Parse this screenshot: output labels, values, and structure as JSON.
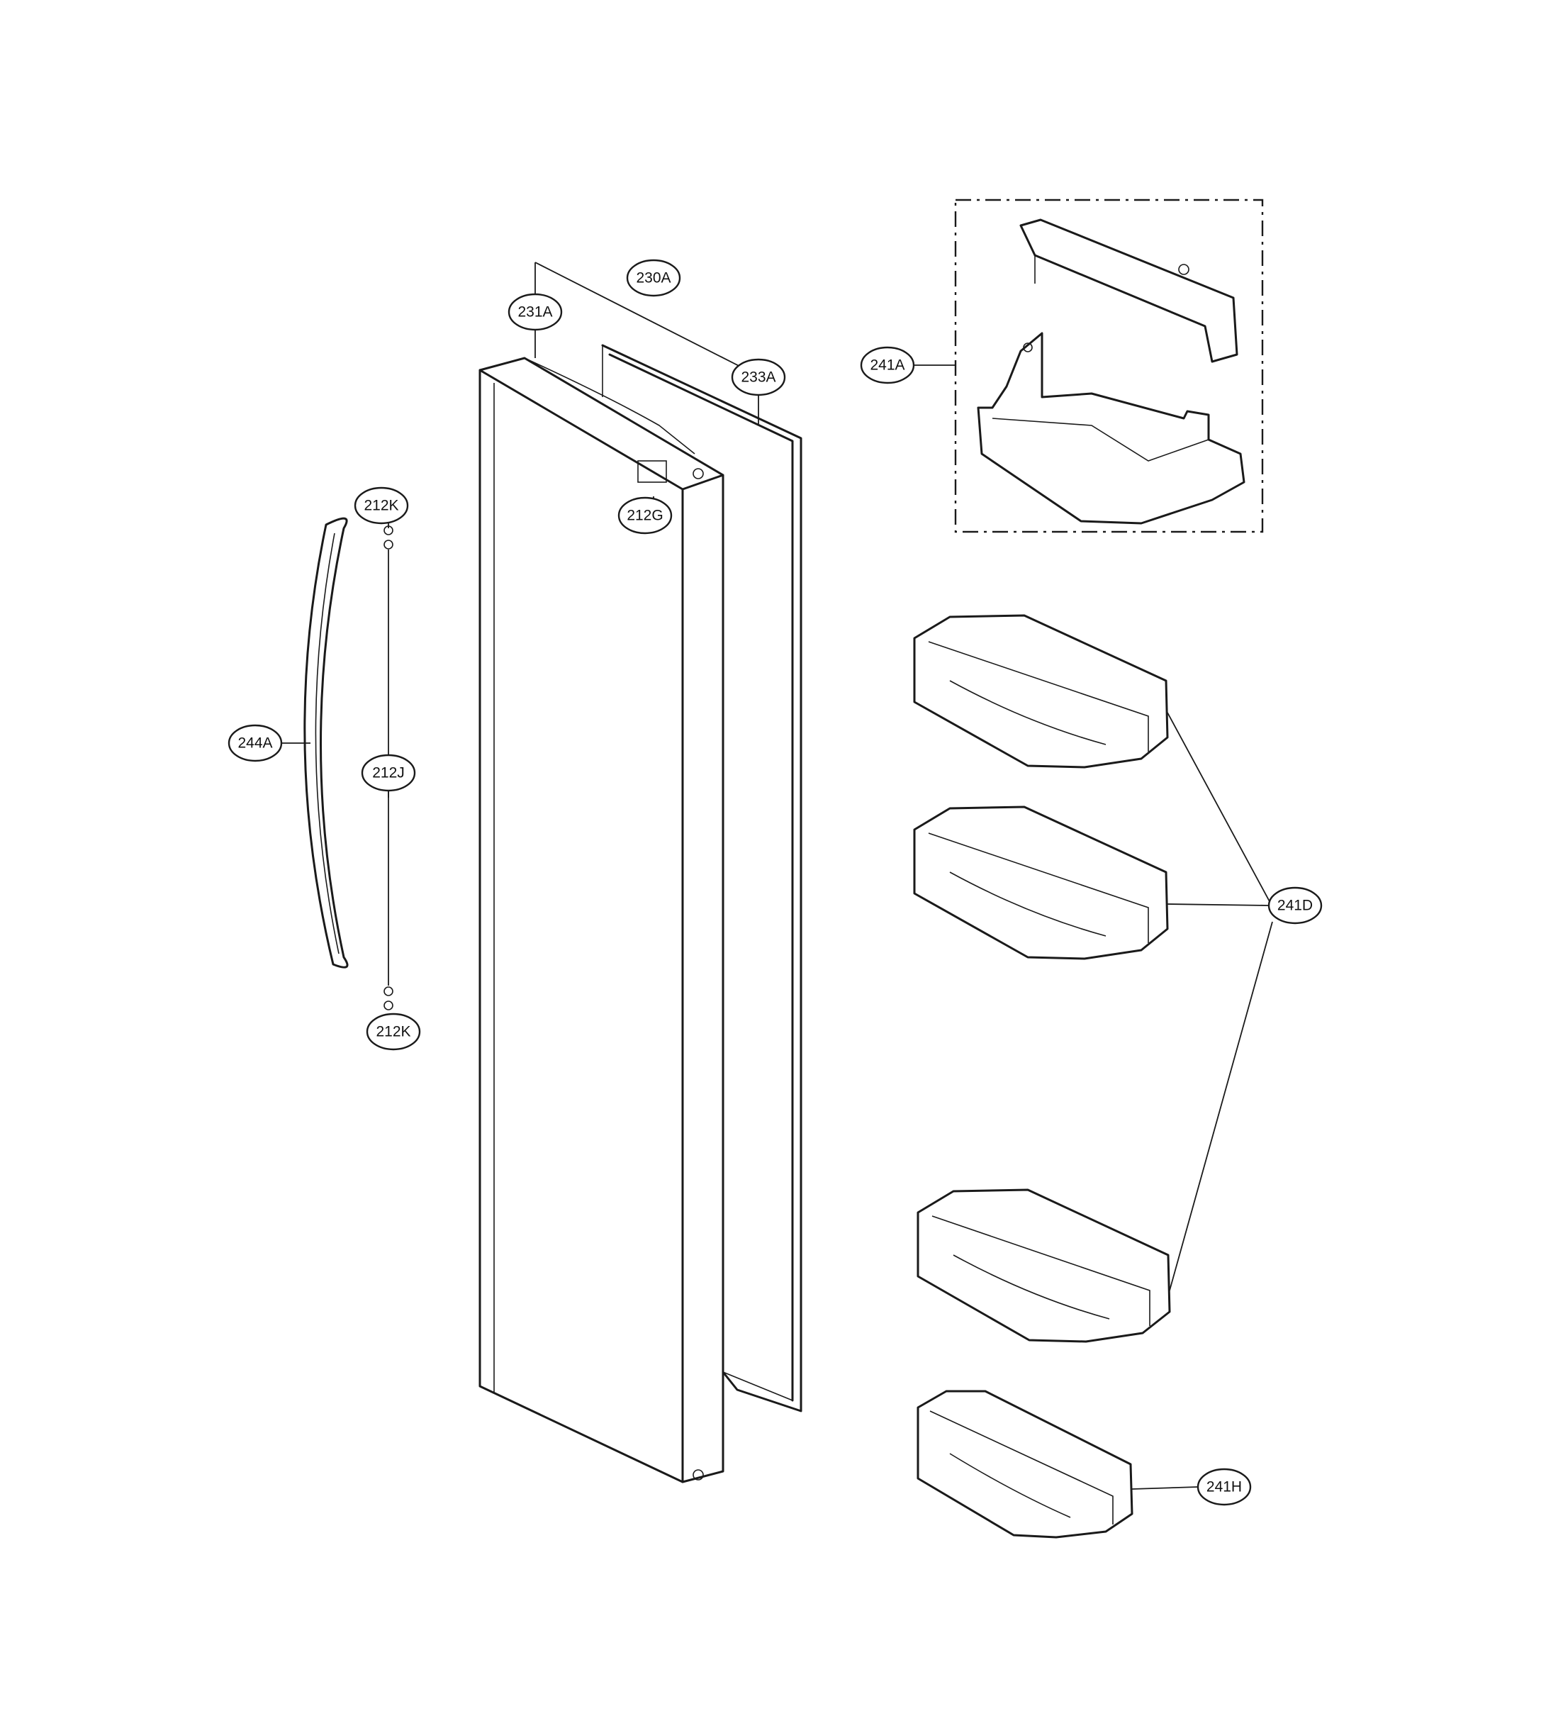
{
  "callouts": {
    "c230A": "230A",
    "c231A": "231A",
    "c233A": "233A",
    "c212G": "212G",
    "c212K_top": "212K",
    "c212K_bottom": "212K",
    "c212J": "212J",
    "c244A": "244A",
    "c241A": "241A",
    "c241D": "241D",
    "c241H": "241H"
  }
}
